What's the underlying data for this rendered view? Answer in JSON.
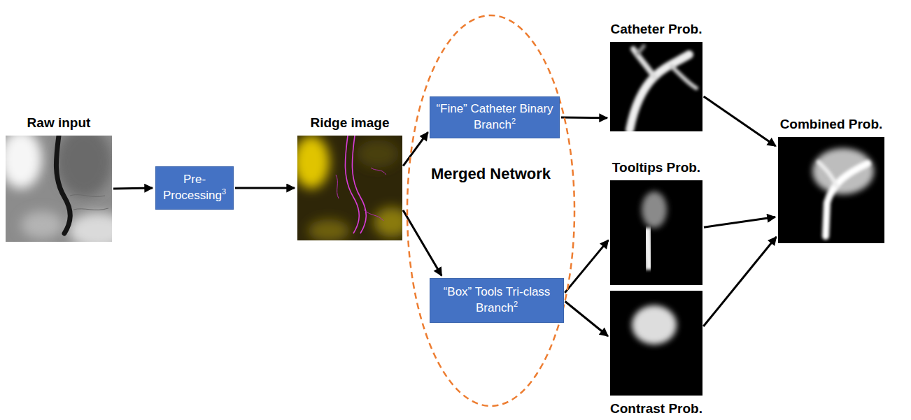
{
  "diagram": {
    "nodes": [
      {
        "text": [
          "Raw input"
        ]
      },
      {
        "text": [
          "Pre-Processing",
          "3"
        ]
      },
      {
        "text": [
          "Ridge image"
        ]
      },
      {
        "text": [
          "Merged Network"
        ]
      },
      {
        "text": [
          "“Fine” Catheter Binary Branch",
          "2"
        ],
        "in": 3
      },
      {
        "text": [
          "“Box” Tools Tri-class Branch",
          "2"
        ],
        "in": 3
      },
      {
        "text": [
          "Catheter Prob."
        ]
      },
      {
        "text": [
          "Tooltips Prob."
        ]
      },
      {
        "text": [
          "Contrast Prob."
        ]
      },
      {
        "text": [
          "Combined Prob."
        ]
      }
    ],
    "edges": [
      {
        "from": 0,
        "to": 1,
        "arrow": "to"
      },
      {
        "from": 1,
        "to": 2,
        "arrow": "to"
      },
      {
        "from": 2,
        "to": 4,
        "arrow": "to"
      },
      {
        "from": 2,
        "to": 5,
        "arrow": "to"
      },
      {
        "from": 4,
        "to": 6,
        "arrow": "to"
      },
      {
        "from": 5,
        "to": 7,
        "arrow": "to"
      },
      {
        "from": 5,
        "to": 8,
        "arrow": "to"
      },
      {
        "from": 6,
        "to": 9,
        "arrow": "to"
      },
      {
        "from": 7,
        "to": 9,
        "arrow": "to"
      },
      {
        "from": 8,
        "to": 9,
        "arrow": "to"
      }
    ]
  }
}
